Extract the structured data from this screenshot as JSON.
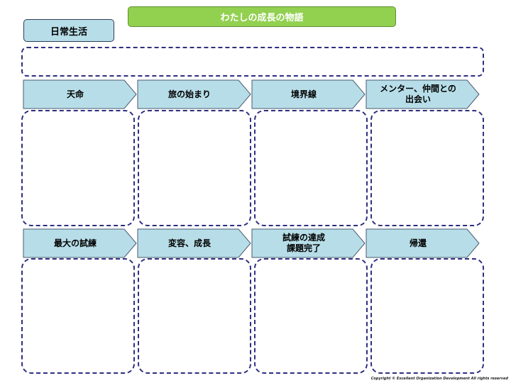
{
  "title": "わたしの成長の物語",
  "daily": {
    "label": "日常生活"
  },
  "stages": [
    {
      "label": "天命"
    },
    {
      "label": "旅の始まり"
    },
    {
      "label": "境界線"
    },
    {
      "label": "メンター、仲間との\n出会い"
    },
    {
      "label": "最大の試練"
    },
    {
      "label": "変容、成長"
    },
    {
      "label": "試練の達成\n課題完了"
    },
    {
      "label": "帰還"
    }
  ],
  "copyright": "Copyright © Excellent Organization Development All rights reserved",
  "colors": {
    "title_bg": "#92d050",
    "stage_fill": "#b7dee8",
    "stage_stroke": "#4a5a70",
    "dash": "#2e2e80"
  }
}
